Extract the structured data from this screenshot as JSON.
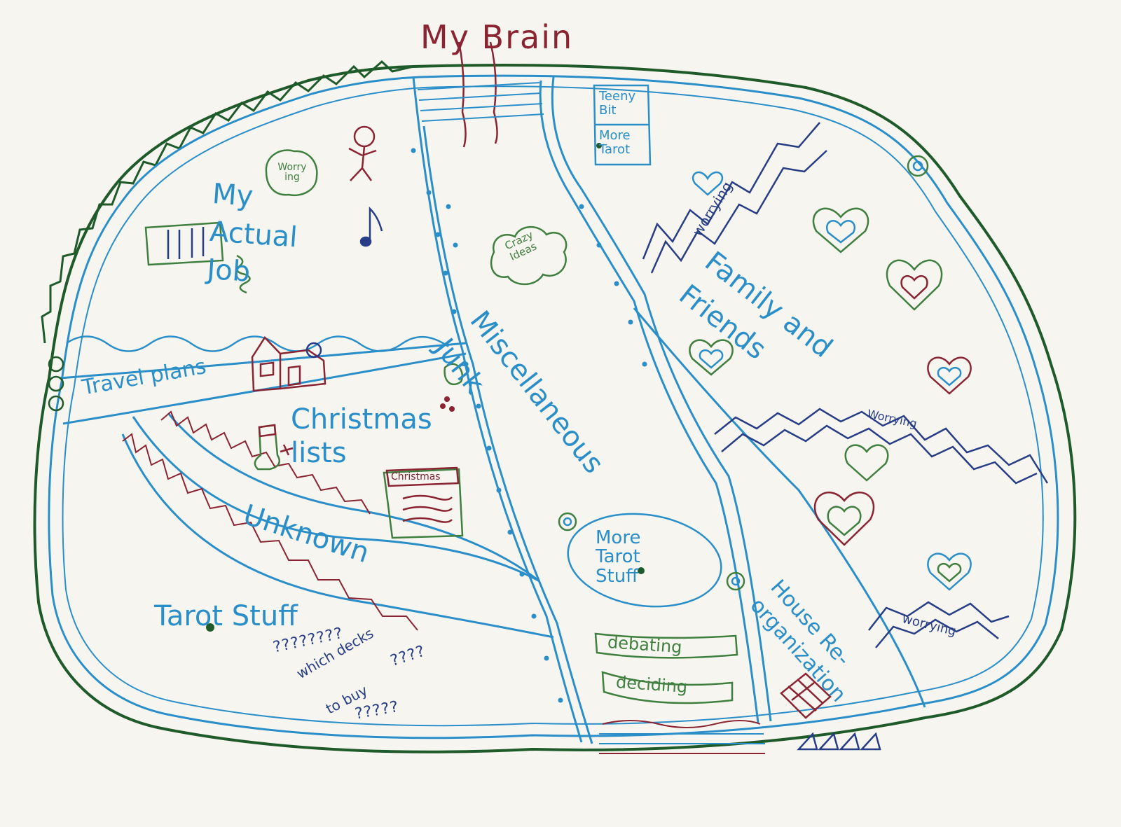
{
  "title": "My Brain",
  "regions": {
    "actual_job": "My Actual Job",
    "travel_plans": "Travel plans",
    "christmas_lists": "Christmas lists",
    "unknown": "Unknown",
    "tarot_stuff": "Tarot Stuff",
    "miscellaneous_junk": "Miscellaneous Junk",
    "family_and_friends": "Family and Friends",
    "house_reorganization": "House Re-organization"
  },
  "notes": {
    "worrying_bubble": "Worry ing",
    "teeny_bit": "Teeny Bit",
    "more_tarot_box": "More Tarot",
    "crazy_ideas": "Crazy Ideas",
    "christmas_card": "Christmas",
    "more_tarot_stuff": "More Tarot Stuff",
    "debating": "debating",
    "deciding": "deciding",
    "question_marks_1": "????????",
    "which_decks": "which decks",
    "question_marks_2": "????",
    "to_buy": "to buy",
    "question_marks_3": "?????",
    "worrying_1": "worrying",
    "worrying_2": "Worrying",
    "worrying_3": "worrying"
  },
  "colors": {
    "blue": "#2a8ec9",
    "navy": "#273e86",
    "maroon": "#8a2432",
    "green": "#3f7f3f",
    "outline": "#1f5a2a"
  }
}
